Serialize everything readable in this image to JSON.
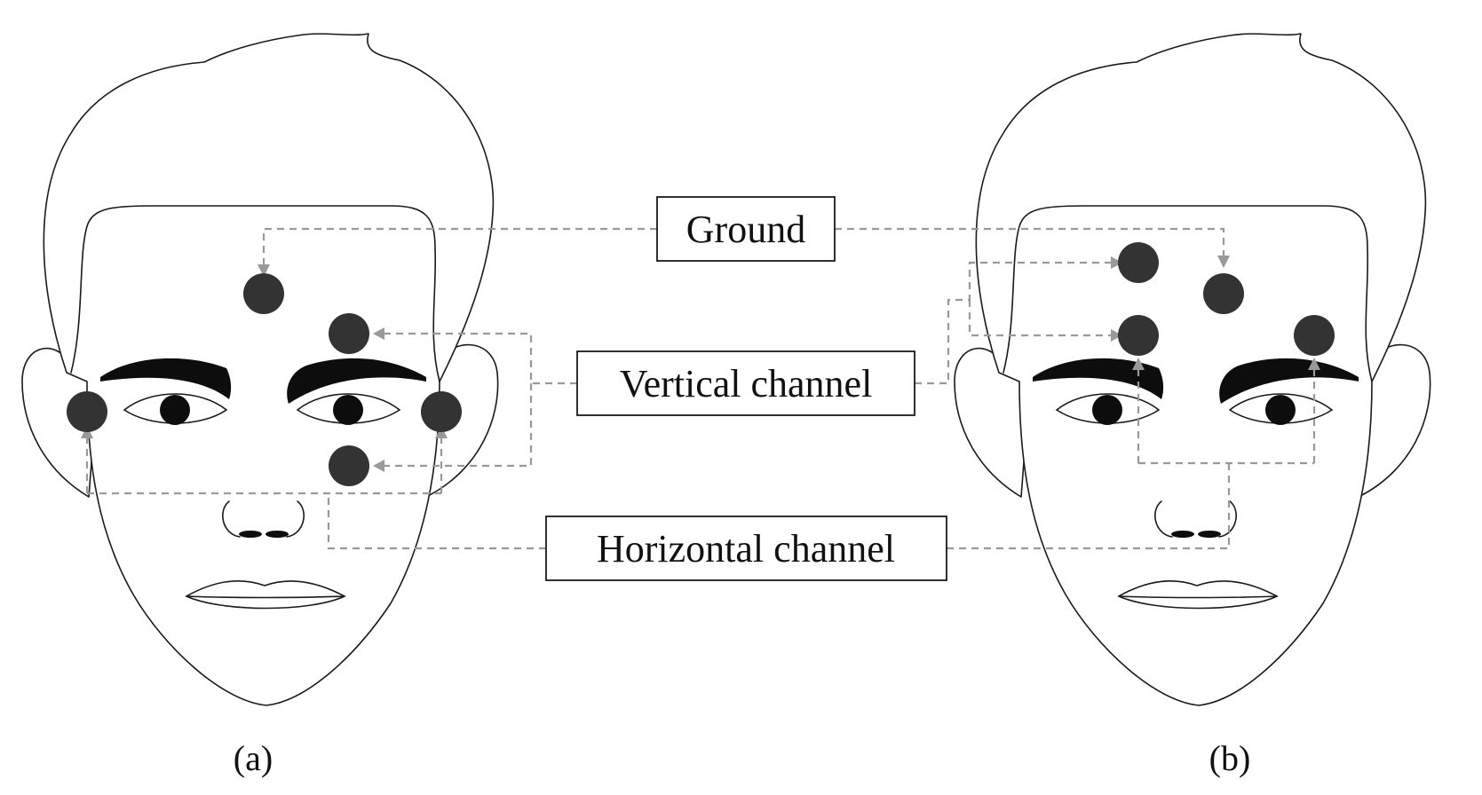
{
  "labels": {
    "ground": "Ground",
    "vertical": "Vertical channel",
    "horizontal": "Horizontal channel"
  },
  "captions": {
    "a": "(a)",
    "b": "(b)"
  },
  "colors": {
    "electrode": "#333333",
    "wire": "#999999",
    "outline": "#1a1a1a"
  }
}
